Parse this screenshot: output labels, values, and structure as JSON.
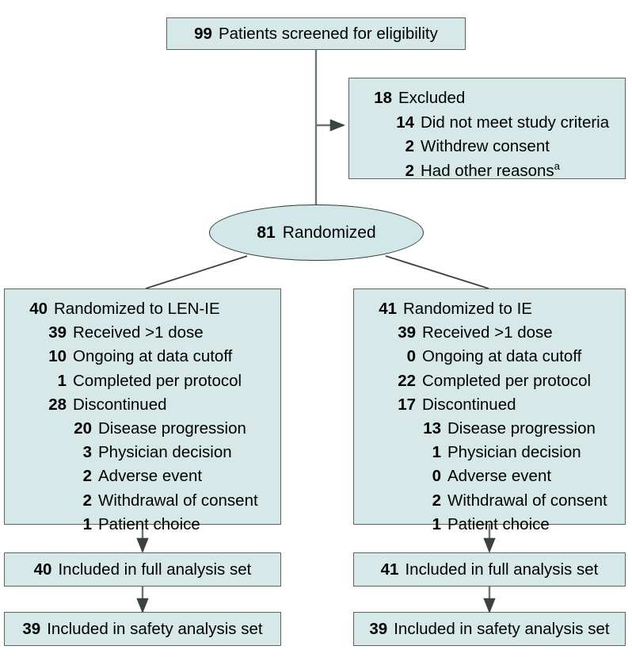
{
  "diagram": {
    "type": "consort-flow-diagram",
    "colors": {
      "node_fill": "#d7e8e8",
      "node_border": "#5a6665",
      "ellipse_border": "#2f3a39",
      "connector": "#6b7675",
      "text": "#000000"
    },
    "screened": {
      "num": "99",
      "text": "Patients screened for eligibility"
    },
    "excluded": {
      "header": {
        "num": "18",
        "text": "Excluded"
      },
      "reasons": [
        {
          "num": "14",
          "text": "Did not meet study criteria"
        },
        {
          "num": "2",
          "text": "Withdrew consent"
        },
        {
          "num": "2",
          "text": "Had other reasons",
          "footnote": "a"
        }
      ]
    },
    "randomized": {
      "num": "81",
      "text": "Randomized"
    },
    "arms": [
      {
        "id": "left-arm",
        "header": {
          "num": "40",
          "text": "Randomized to LEN-IE"
        },
        "items": [
          {
            "num": "39",
            "text": "Received >1 dose"
          },
          {
            "num": "10",
            "text": "Ongoing at data cutoff"
          },
          {
            "num": "1",
            "text": "Completed per protocol"
          },
          {
            "num": "28",
            "text": "Discontinued"
          }
        ],
        "discontinued_reasons": [
          {
            "num": "20",
            "text": "Disease progression"
          },
          {
            "num": "3",
            "text": "Physician decision"
          },
          {
            "num": "2",
            "text": "Adverse event"
          },
          {
            "num": "2",
            "text": "Withdrawal of consent"
          },
          {
            "num": "1",
            "text": "Patient choice"
          }
        ],
        "full_analysis": {
          "num": "40",
          "text": "Included in full analysis set"
        },
        "safety_analysis": {
          "num": "39",
          "text": "Included in safety analysis set"
        }
      },
      {
        "id": "right-arm",
        "header": {
          "num": "41",
          "text": "Randomized to IE"
        },
        "items": [
          {
            "num": "39",
            "text": "Received >1 dose"
          },
          {
            "num": "0",
            "text": "Ongoing at data cutoff"
          },
          {
            "num": "22",
            "text": "Completed per protocol"
          },
          {
            "num": "17",
            "text": "Discontinued"
          }
        ],
        "discontinued_reasons": [
          {
            "num": "13",
            "text": "Disease progression"
          },
          {
            "num": "1",
            "text": "Physician decision"
          },
          {
            "num": "0",
            "text": "Adverse event"
          },
          {
            "num": "2",
            "text": "Withdrawal of consent"
          },
          {
            "num": "1",
            "text": "Patient choice"
          }
        ],
        "full_analysis": {
          "num": "41",
          "text": "Included in full analysis set"
        },
        "safety_analysis": {
          "num": "39",
          "text": "Included in safety analysis set"
        }
      }
    ]
  }
}
